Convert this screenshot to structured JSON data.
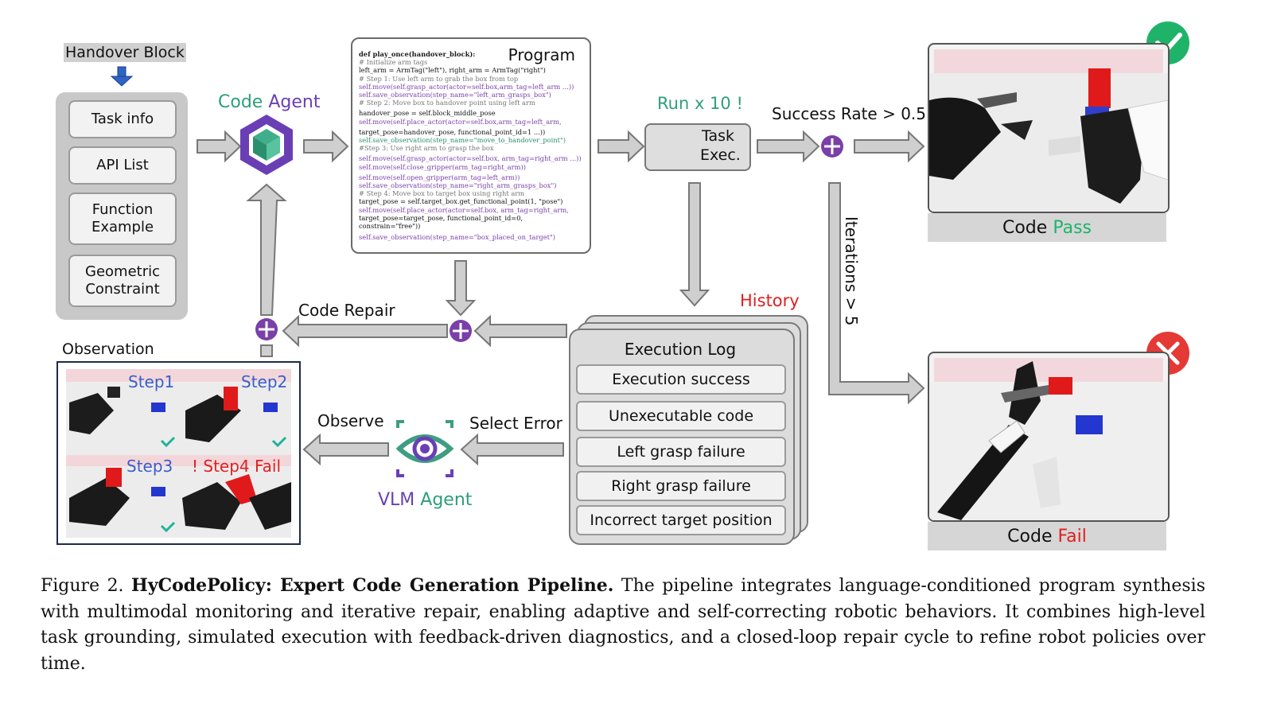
{
  "input": {
    "title": "Handover Block",
    "items": [
      "Task info",
      "API List",
      "Function Example",
      "Geometric Constraint"
    ]
  },
  "code_agent": {
    "label_a": "Code",
    "label_b": "Agent"
  },
  "program": {
    "title": "Program",
    "lines": [
      "def play_once(handover_block):",
      "  # Initialize arm tags",
      "  left_arm = ArmTag(\"left\"), right_arm = ArmTag(\"right\")",
      "  # Step 1: Use left arm to grab the box from top",
      "  self.move(self.grasp_actor(actor=self.box,arm_tag=left_arm ...))",
      "  self.save_observation(step_name=\"left_arm_grasps_box\")",
      "  # Step 2: Move box to handover point using left arm",
      "  handover_pose = self.block_middle_pose",
      "  self.move(self.place_actor(actor=self.box,arm_tag=left_arm,",
      "  target_pose=handover_pose, functional_point_id=1 ...))",
      "  self.save_observation(step_name=\"move_to_handover_point\")",
      "  #Step 3: Use right arm to grasp the box",
      "  self.move(self.grasp_actor(actor=self.box, arm_tag=right_arm ...))",
      "  self.move(self.close_gripper(arm_tag=right_arm))",
      "  self.move(self.open_gripper(arm_tag=left_arm))",
      "  self.save_observation(step_name=\"right_arm_grasps_box\")",
      "  # Step 4: Move box to target box using right arm",
      "  target_pose = self.target_box.get_functional_point(1, \"pose\")",
      "  self.move(self.place_actor(actor=self.box, arm_tag=right_arm,",
      "  target_pose=target_pose, functional_point_id=0,",
      "  constrain=\"free\"))",
      "  self.save_observation(step_name=\"box_placed_on_target\")"
    ]
  },
  "run": {
    "label": "Run x 10 !",
    "task_a": "Task",
    "task_b": "Exec."
  },
  "success_rate": "Success Rate > 0.5",
  "iterations": "Iterations > 5",
  "code_pass": {
    "a": "Code",
    "b": "Pass"
  },
  "code_fail": {
    "a": "Code",
    "b": "Fail"
  },
  "history": {
    "label": "History",
    "title": "Execution Log",
    "items": [
      "Execution success",
      "Unexecutable code",
      "Left grasp failure",
      "Right grasp failure",
      "Incorrect target position"
    ]
  },
  "code_repair": "Code Repair",
  "observation": {
    "title": "Observation",
    "steps": [
      "Step1",
      "Step2",
      "Step3",
      "! Step4 Fail"
    ]
  },
  "observe": "Observe",
  "select_error": "Select Error",
  "vlm_agent": {
    "a": "VLM",
    "b": "Agent"
  },
  "caption": {
    "prefix": "Figure 2.",
    "title": "HyCodePolicy: Expert Code Generation Pipeline.",
    "text": "The pipeline integrates language-conditioned program synthesis with multimodal monitoring and iterative repair, enabling adaptive and self-correcting robotic behaviors. It combines high-level task grounding, simulated execution with feedback-driven diagnostics, and a closed-loop repair cycle to refine robot policies over time."
  },
  "colors": {
    "agent_green": "#2e9e7a",
    "agent_purple": "#6a3fb5",
    "step_blue": "#3a5fc8",
    "fail_red": "#e02020",
    "pass_green": "#1fb36a",
    "arrow_gray": "#bdbdbd"
  }
}
